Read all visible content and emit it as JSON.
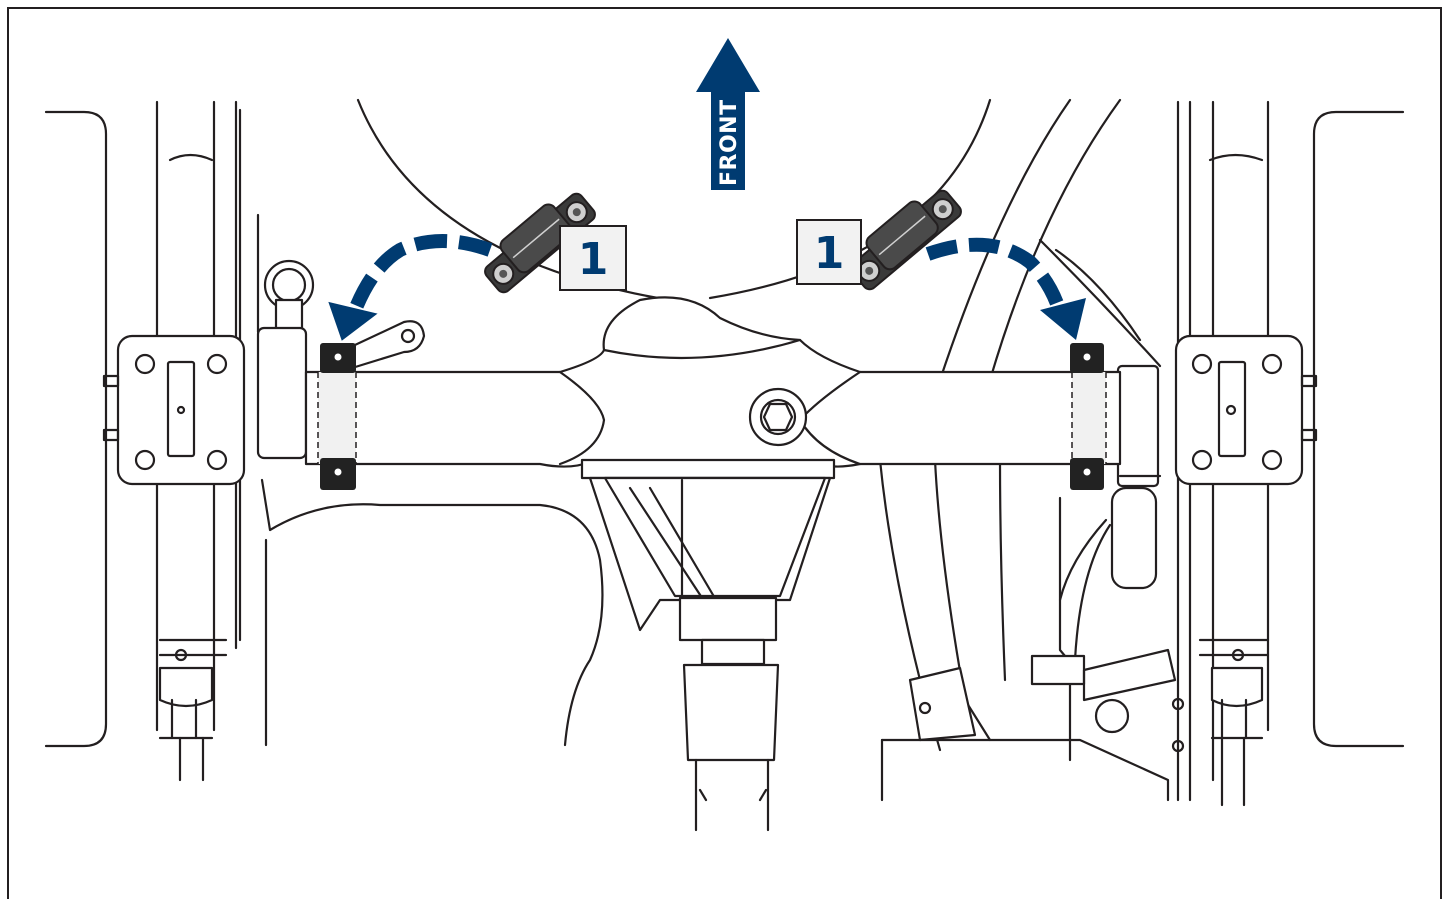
{
  "labels": {
    "front": "FRONT",
    "callout_left": "1",
    "callout_right": "1"
  },
  "colors": {
    "accent": "#003b71",
    "line": "#231f20",
    "callout_fill": "#f2f2f2",
    "bracket_fill": "#3a3a3a",
    "pad_fill": "#222222"
  },
  "icons": {
    "front_arrow": "arrow-up-icon",
    "install_arrows": "curved-arrow-icon",
    "brackets": "clamp-bracket-icon"
  }
}
